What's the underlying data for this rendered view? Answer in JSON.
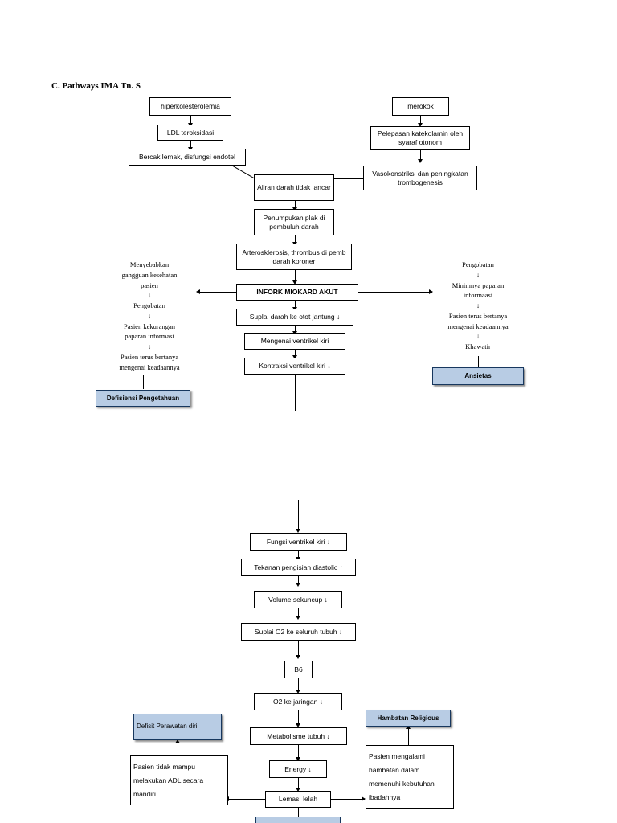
{
  "page": {
    "title": "C. Pathways IMA Tn. S"
  },
  "nodes": {
    "hiperkolesterolemia": "hiperkolesterolemia",
    "ldl": "LDL teroksidasi",
    "bercak": "Bercak lemak, disfungsi endotel",
    "merokok": "merokok",
    "pelepasan": "Pelepasan katekolamin oleh syaraf otonom",
    "vasokonstriksi": "Vasokonstriksi dan peningkatan trombogenesis",
    "aliran": "Aliran darah tidak lancar",
    "penumpukan": "Penumpukan plak di pembuluh darah",
    "aterosklerosis": "Arterosklerosis, thrombus di pemb darah koroner",
    "infark": "INFORK MIOKARD AKUT",
    "suplai_jantung": "Suplai darah ke otot jantung ↓",
    "mengenai": "Mengenai ventrikel kiri",
    "kontraksi": "Kontraksi ventrikel kiri ↓",
    "fungsi": "Fungsi ventrikel kiri ↓",
    "tekanan": "Tekanan pengisian diastolic ↑",
    "volume": "Volume sekuncup ↓",
    "suplai_o2_tubuh": "Suplai O2 ke seluruh tubuh ↓",
    "b6": "B6",
    "o2_jaringan": "O2 ke jaringan ↓",
    "metabolisme": "Metabolisme tubuh ↓",
    "energy": "Energy ↓",
    "lemas": "Lemas, lelah"
  },
  "left_chain": "Menyebabkan\ngangguan kesehatan\npasien\n↓\nPengobatan\n↓\nPasien kekurangan\npaparan informasi\n↓\nPasien terus bertanya\nmengenai keadaannya",
  "right_chain": "Pengobatan\n↓\nMinimnya paparan\ninformaasi\n↓\nPasien terus bertanya\nmengenai keadaannya\n↓\nKhawatir",
  "diagnoses": {
    "defisiensi": "Defisiensi Pengetahuan",
    "ansietas": "Ansietas",
    "defisit": "Defisit    Perawatan diri",
    "hambatan": "Hambatan Religious",
    "pasien_adl": "Pasien tidak mampu melakukan ADL secara mandiri",
    "pasien_ibadah": "Pasien mengalami hambatan dalam memenuhi kebutuhan ibadahnya"
  },
  "colors": {
    "diagnosis_fill": "#b8cce4",
    "diagnosis_border": "#17375e",
    "line": "#000000",
    "background": "#ffffff"
  }
}
